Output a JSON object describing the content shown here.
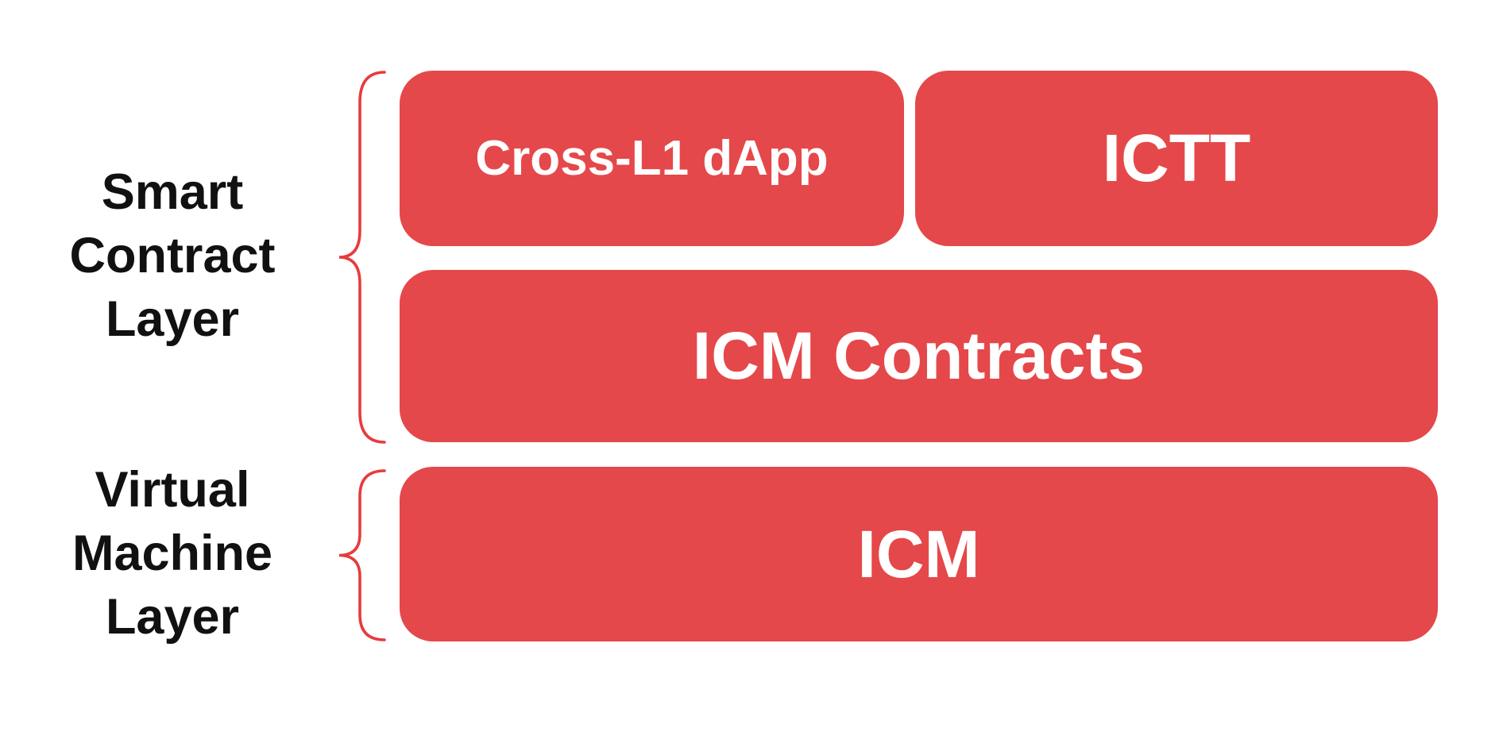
{
  "diagram_type": "layer-architecture",
  "colors": {
    "box_fill": "#E5484A",
    "box_text": "#FFFFFF",
    "brace_stroke": "#E73B3E",
    "label_text": "#111111",
    "background": "#FFFFFF"
  },
  "layers": [
    {
      "label_lines": "Smart\nContract\nLayer",
      "boxes": [
        {
          "label": "Cross-L1 dApp"
        },
        {
          "label": "ICTT"
        },
        {
          "label": "ICM Contracts"
        }
      ]
    },
    {
      "label_lines": "Virtual\nMachine\nLayer",
      "boxes": [
        {
          "label": "ICM"
        }
      ]
    }
  ]
}
